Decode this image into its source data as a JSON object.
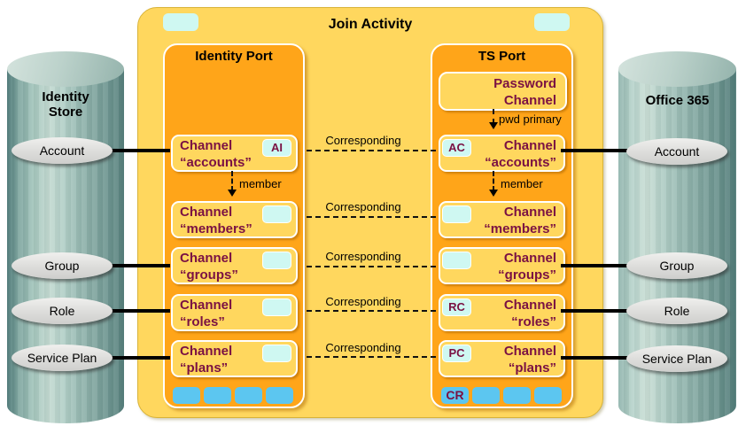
{
  "activity": {
    "title": "Join Activity"
  },
  "labels": {
    "corresponding": "Corresponding",
    "member": "member",
    "pwd_primary": "pwd primary"
  },
  "identity_store": {
    "title_line1": "Identity",
    "title_line2": "Store",
    "entities": [
      "Account",
      "Group",
      "Role",
      "Service Plan"
    ]
  },
  "office365": {
    "title": "Office 365",
    "entities": [
      "Account",
      "Group",
      "Role",
      "Service Plan"
    ]
  },
  "identity_port": {
    "title": "Identity Port",
    "channels": [
      {
        "line1": "Channel",
        "line2": "“accounts”",
        "badge": "AI"
      },
      {
        "line1": "Channel",
        "line2": "“members”",
        "badge": ""
      },
      {
        "line1": "Channel",
        "line2": "“groups”",
        "badge": ""
      },
      {
        "line1": "Channel",
        "line2": "“roles”",
        "badge": ""
      },
      {
        "line1": "Channel",
        "line2": "“plans”",
        "badge": ""
      }
    ]
  },
  "ts_port": {
    "title": "TS Port",
    "password_channel": {
      "line1": "Password",
      "line2": "Channel"
    },
    "channels": [
      {
        "line1": "Channel",
        "line2": "“accounts”",
        "badge": "AC"
      },
      {
        "line1": "Channel",
        "line2": "“members”",
        "badge": ""
      },
      {
        "line1": "Channel",
        "line2": "“groups”",
        "badge": ""
      },
      {
        "line1": "Channel",
        "line2": "“roles”",
        "badge": "RC"
      },
      {
        "line1": "Channel",
        "line2": "“plans”",
        "badge": "PC"
      }
    ],
    "bottom_badge": "CR"
  },
  "colors": {
    "container_yellow": "#FFD75E",
    "port_orange": "#FFA519",
    "badge_cyan": "#CFF8F2",
    "square_blue": "#5CC6F0",
    "channel_text_maroon": "#7A1143",
    "cylinder_teal": "#96B8B1"
  }
}
